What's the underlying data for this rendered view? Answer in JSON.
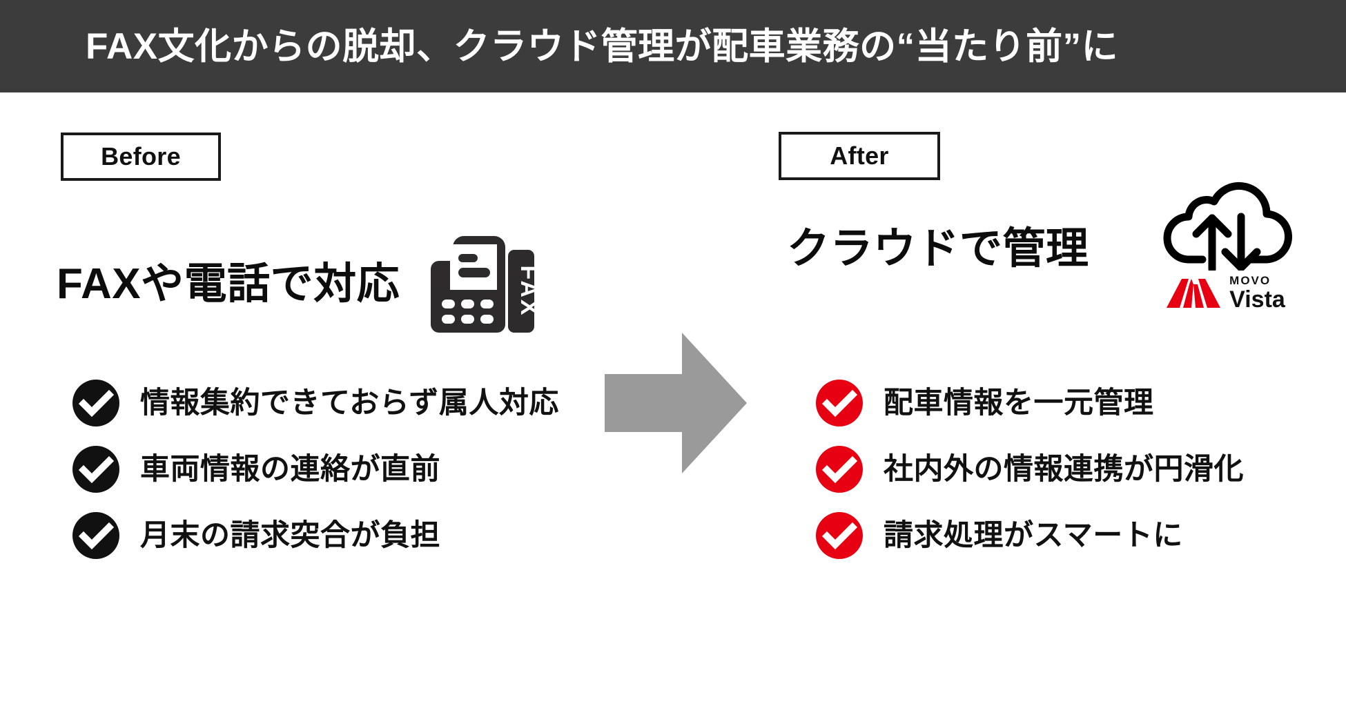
{
  "header": {
    "title": "FAX文化からの脱却、クラウド管理が配車業務の“当たり前”に",
    "background_color": "#3c3c3c",
    "text_color": "#ffffff"
  },
  "colors": {
    "page_background": "#ffffff",
    "header_bar": "#3c3c3c",
    "before_accent": "#111111",
    "after_accent": "#e60012",
    "arrow_gray": "#9a9a9a",
    "body_text": "#111111",
    "logo_red": "#e60012"
  },
  "before": {
    "chip_label": "Before",
    "heading": "FAXや電話で対応",
    "icon": "fax-machine-icon",
    "icon_label": "FAX",
    "check_color": "#111111",
    "items": [
      {
        "text": "情報集約できておらず属人対応"
      },
      {
        "text": "車両情報の連絡が直前"
      },
      {
        "text": "月末の請求突合が負担"
      }
    ]
  },
  "after": {
    "chip_label": "After",
    "heading": "クラウドで管理",
    "icon": "cloud-sync-icon",
    "check_color": "#e60012",
    "items": [
      {
        "text": "配車情報を一元管理"
      },
      {
        "text": "社内外の情報連携が円滑化"
      },
      {
        "text": "請求処理がスマートに"
      }
    ],
    "logo": {
      "mark": "movo-road-mark",
      "top_word": "MOVO",
      "bottom_word": "Vista"
    }
  },
  "transition": {
    "icon": "right-arrow-icon",
    "color": "#9a9a9a"
  }
}
